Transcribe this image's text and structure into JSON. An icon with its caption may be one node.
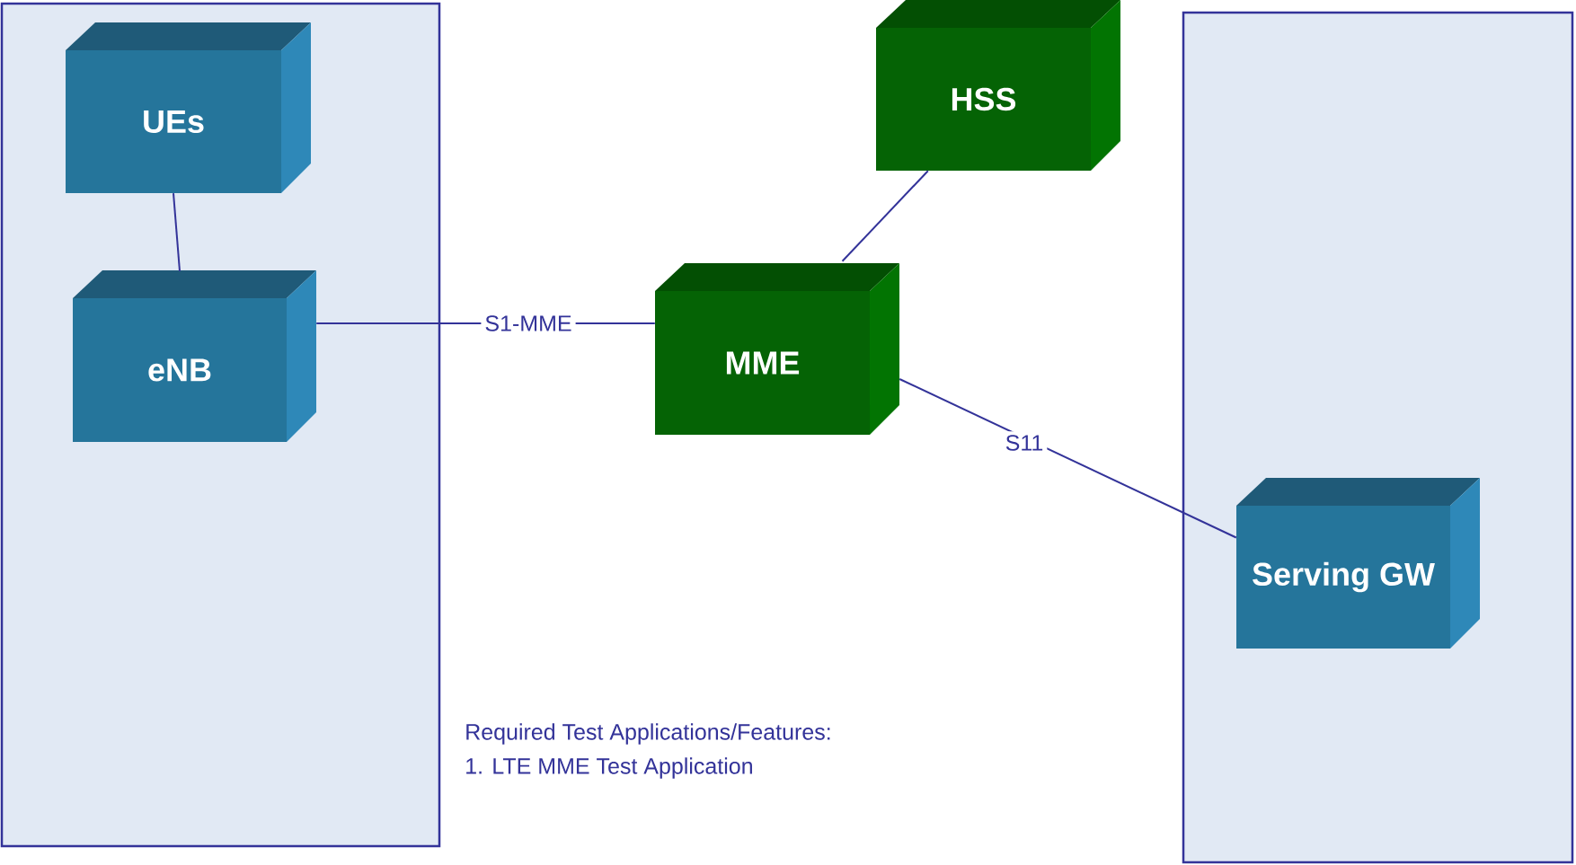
{
  "diagram": {
    "nodes": [
      {
        "text": [],
        "shape": "box"
      },
      {
        "text": [
          "UEs"
        ],
        "in": 0
      },
      {
        "text": [
          "eNB"
        ],
        "in": 0
      },
      {
        "text": [
          "HSS"
        ]
      },
      {
        "text": [
          "MME"
        ]
      },
      {
        "text": [],
        "shape": "box"
      },
      {
        "text": [
          "Serving GW"
        ],
        "in": 5
      }
    ],
    "edges": [
      {
        "from": 1,
        "to": 2,
        "arrow": "none"
      },
      {
        "from": 2,
        "to": 4,
        "arrow": "none",
        "label": "S1-MME"
      },
      {
        "from": 3,
        "to": 4,
        "arrow": "none"
      },
      {
        "from": 4,
        "to": 6,
        "arrow": "none",
        "label": "S11"
      }
    ],
    "labels": [
      "Required Test Applications/Features:",
      "1.   LTE MME Test Application"
    ]
  }
}
